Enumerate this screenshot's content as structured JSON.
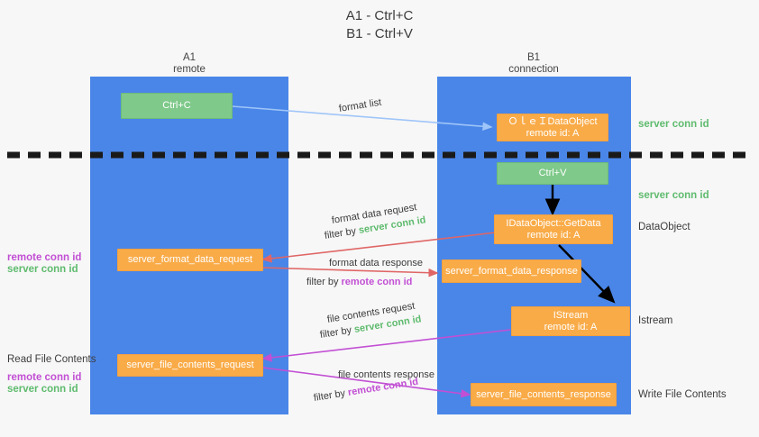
{
  "title": {
    "line1": "A1 - Ctrl+C",
    "line2": "B1 - Ctrl+V"
  },
  "columns": [
    {
      "name": "A1",
      "sub": "remote"
    },
    {
      "name": "B1",
      "sub": "connection"
    }
  ],
  "colors": {
    "lane": "#4a86e8",
    "green_box": "#7fc98a",
    "orange_box": "#f9ab48",
    "server_conn_id": "#5fbb6e",
    "remote_conn_id": "#c24fd4",
    "arrow_blue": "#9fc5f8",
    "arrow_red": "#e06666",
    "arrow_magenta": "#c24fd4",
    "arrow_black": "#000000",
    "background": "#f7f7f7"
  },
  "nodes": {
    "ctrl_c": {
      "label": "Ctrl+C"
    },
    "ctrl_v": {
      "label": "Ctrl+V"
    },
    "clipboard_dataobject": {
      "line1": "ＯｌｅＩDataObject",
      "line2": "remote id: A"
    },
    "getdata": {
      "line1": "IDataObject::GetData",
      "line2": "remote id: A"
    },
    "istream": {
      "line1": "IStream",
      "line2": "remote id: A"
    },
    "server_format_data_request": {
      "label": "server_format_data_request"
    },
    "server_format_data_response": {
      "label": "server_format_data_response"
    },
    "server_file_contents_request": {
      "label": "server_file_contents_request"
    },
    "server_file_contents_response": {
      "label": "server_file_contents_response"
    }
  },
  "right_labels": {
    "conn_id_top": "server conn id",
    "conn_id_second": "server conn id",
    "dataobject": "DataObject",
    "istream": "Istream",
    "write_file_contents": "Write File Contents"
  },
  "left_labels": {
    "remote_conn_id_1": "remote conn id",
    "server_conn_id_1": "server conn id",
    "read_file_contents": "Read File Contents",
    "remote_conn_id_2": "remote conn id",
    "server_conn_id_2": "server conn id"
  },
  "annotations": {
    "format_list": "format list",
    "format_data_request": "format data request",
    "format_data_request_filter_prefix": "filter by ",
    "format_data_request_filter_value": "server conn id",
    "format_data_response": "format data response",
    "format_data_response_filter_prefix": "filter by ",
    "format_data_response_filter_value": "remote conn id",
    "file_contents_request": "file contents request",
    "file_contents_request_filter_prefix": "filter by ",
    "file_contents_request_filter_value": "server conn id",
    "file_contents_response": "file contents response",
    "file_contents_response_filter_prefix": "filter by ",
    "file_contents_response_filter_value": "remote conn id"
  }
}
